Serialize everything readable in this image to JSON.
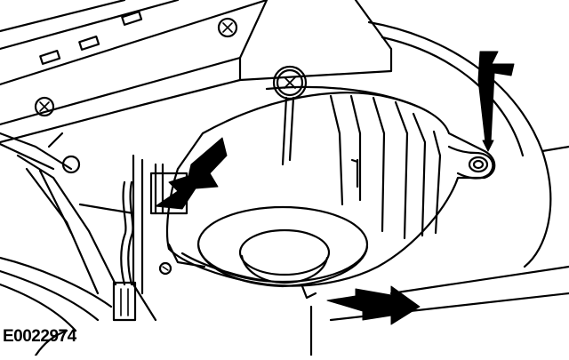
{
  "figure": {
    "reference_code": "E0022974",
    "line_color": "#000000",
    "background_color": "#ffffff",
    "components": [
      "mounting-bracket",
      "blower-motor-housing",
      "blower-motor-hub",
      "screw",
      "mounting-tab-screw",
      "wiring-connector",
      "wiring-harness"
    ],
    "callout_arrows": 3
  }
}
